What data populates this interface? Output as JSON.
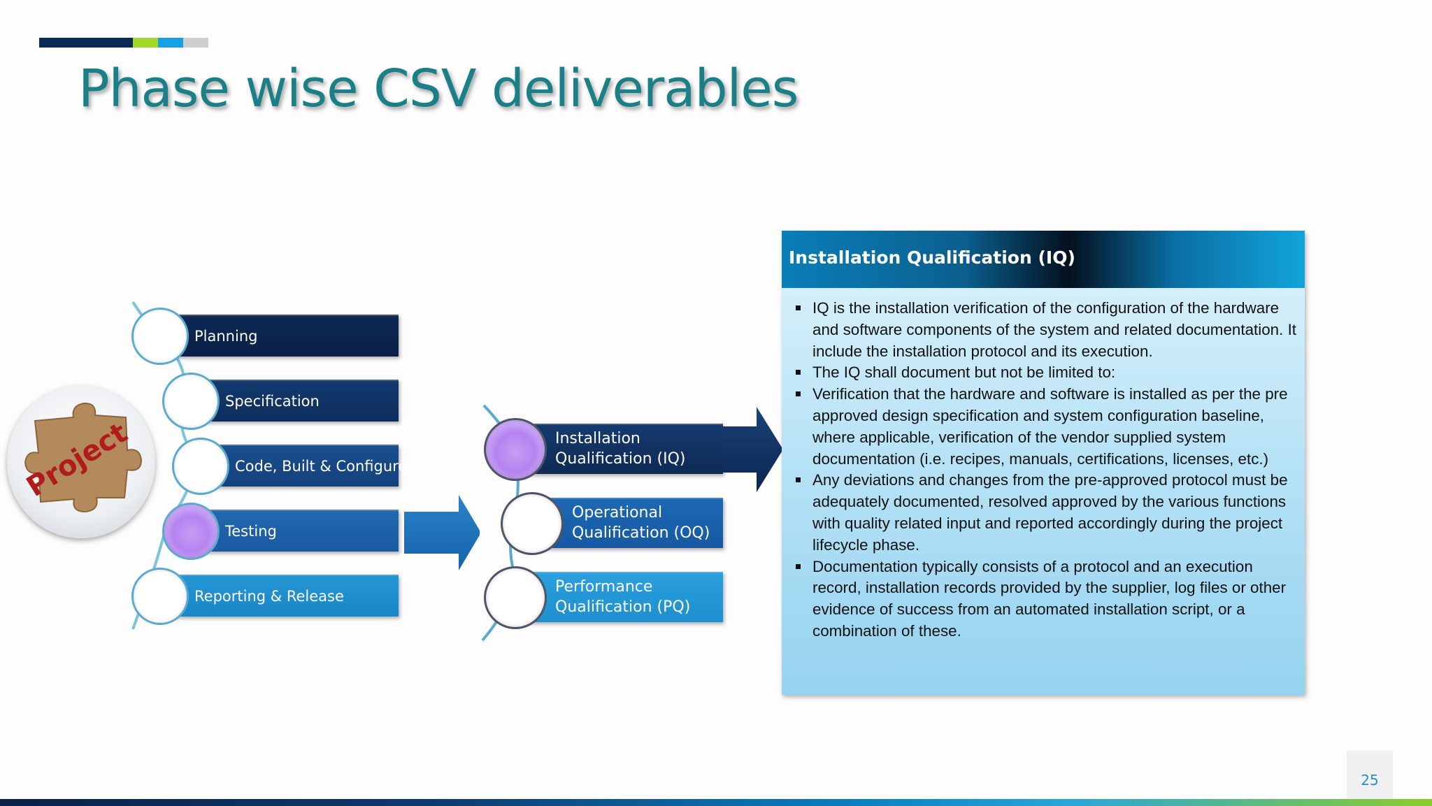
{
  "slide": {
    "title": "Phase wise CSV deliverables",
    "page_number": "25",
    "accent_colors": [
      "#0b2a56",
      "#a5d82a",
      "#1a9fe0",
      "#cfcfcf"
    ]
  },
  "puzzle_logo": {
    "text": "Project"
  },
  "phases": [
    {
      "label": "Planning"
    },
    {
      "label": "Specification"
    },
    {
      "label": "Code, Built & Configure"
    },
    {
      "label": "Testing",
      "highlighted": true
    },
    {
      "label": "Reporting & Release"
    }
  ],
  "qualifications": [
    {
      "line1": "Installation",
      "line2": "Qualification (IQ)",
      "highlighted": true
    },
    {
      "line1": "Operational",
      "line2": "Qualification (OQ)"
    },
    {
      "line1": "Performance",
      "line2": "Qualification (PQ)"
    }
  ],
  "detail": {
    "title": "Installation Qualification (IQ)",
    "bullets": [
      "IQ is the installation verification of the configuration of the hardware and software components of the system and related documentation. It include the installation protocol and its execution.",
      "The IQ shall document but not be limited to:",
      "Verification that the hardware and software is installed as per the pre approved design specification and system configuration baseline, where applicable, verification of the vendor supplied system documentation (i.e. recipes, manuals, certifications, licenses, etc.)",
      "Any deviations and changes from the pre-approved protocol must be adequately documented, resolved approved by the various functions with quality related input and reported accordingly during the project lifecycle phase.",
      "Documentation typically consists of a protocol and an execution record, installation records provided by the supplier, log files or other evidence of success from an automated installation script, or a combination of these."
    ]
  }
}
